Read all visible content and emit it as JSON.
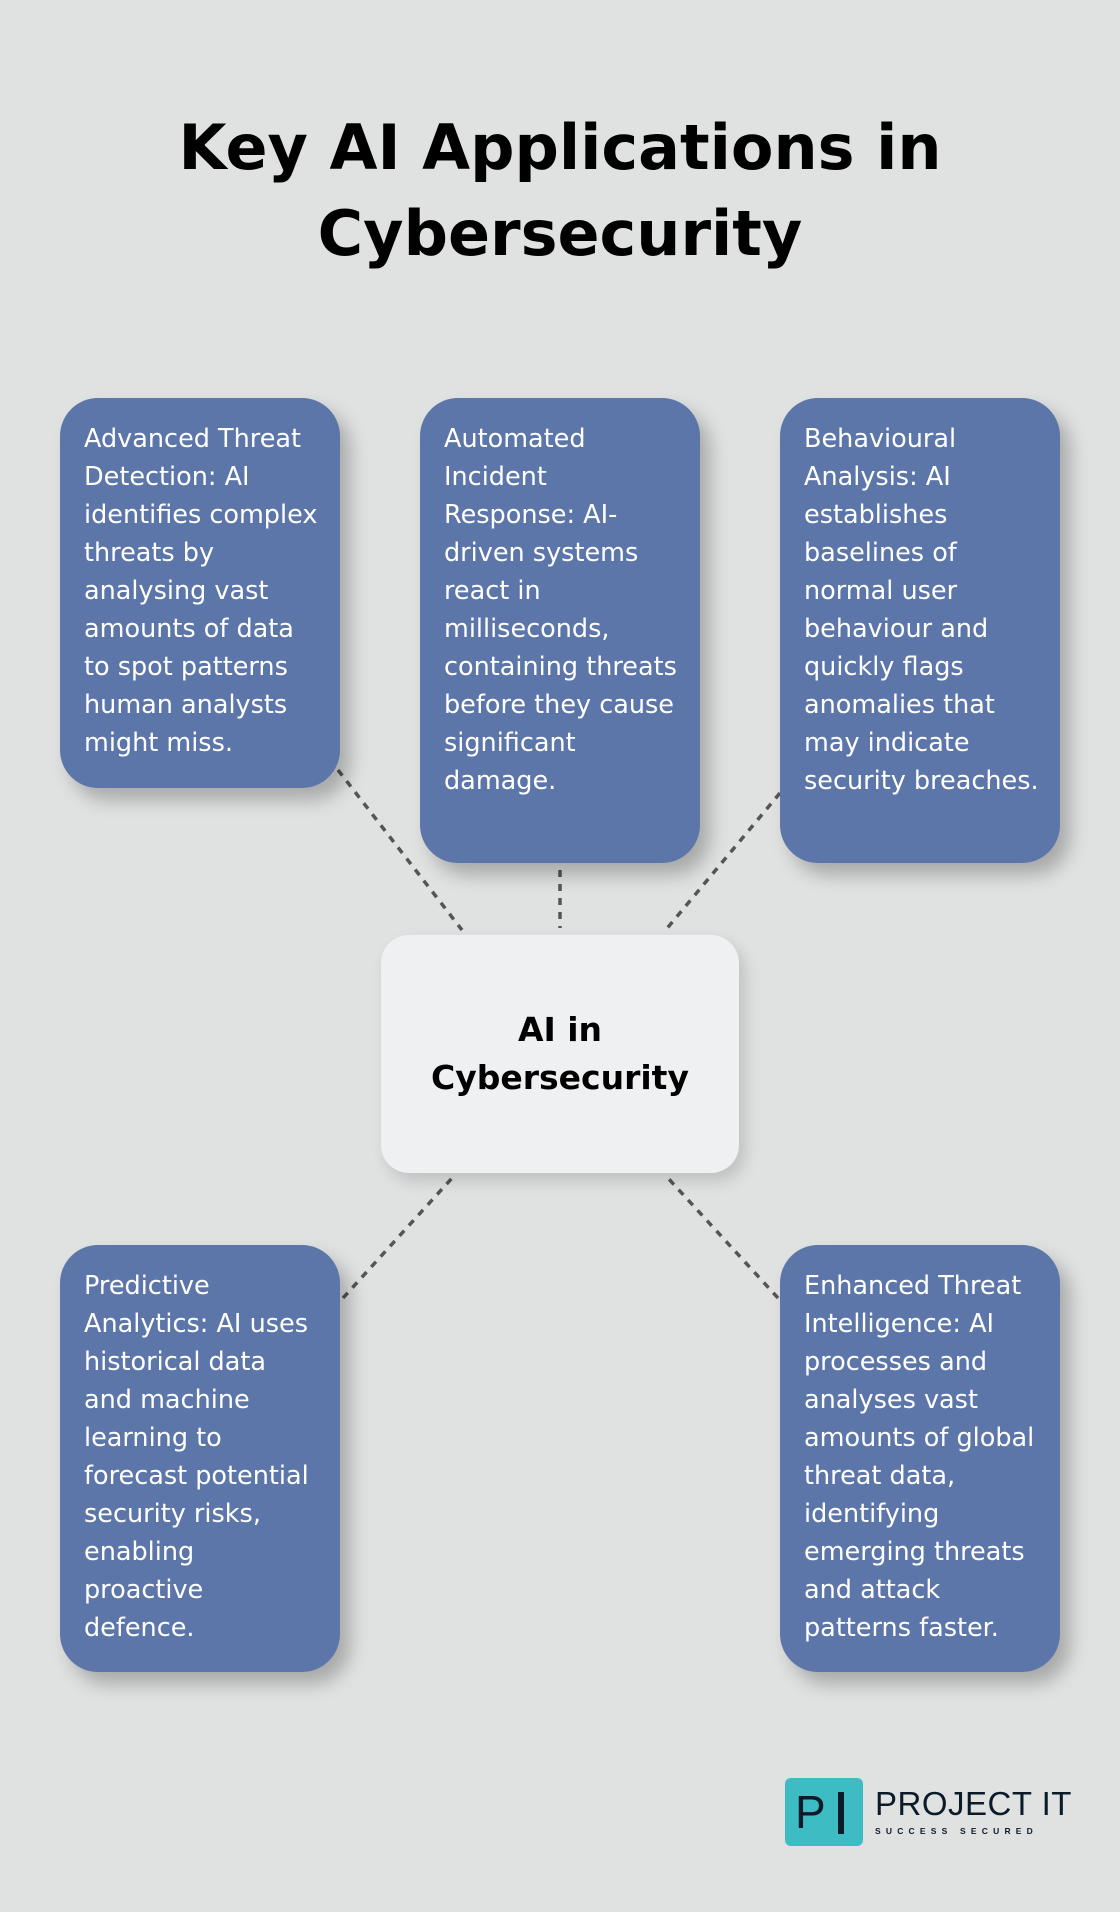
{
  "title": {
    "line1": "Key AI Applications in",
    "line2": "Cybersecurity"
  },
  "hub": {
    "label": "AI in Cybersecurity"
  },
  "cards": [
    "Advanced Threat Detection: AI identifies complex threats by analysing vast amounts of data to spot patterns human analysts might miss.",
    "Automated Incident Response: AI-driven systems react in milliseconds, containing threats before they cause significant damage.",
    "Behavioural Analysis: AI establishes baselines of normal user behaviour and quickly flags anomalies that may indicate security breaches.",
    "Predictive Analytics: AI uses historical data and machine learning to forecast potential security risks, enabling proactive defence.",
    "Enhanced Threat Intelligence: AI processes and analyses vast amounts of global threat data, identifying emerging threats and attack patterns faster."
  ],
  "logo": {
    "mark_letter": "P",
    "name": "PROJECT IT",
    "tagline": "SUCCESS SECURED"
  },
  "colors": {
    "background": "#e0e2e1",
    "card": "#5d76a9",
    "hub": "#eff0f2",
    "connector": "#555555",
    "logo_accent": "#3dbcc4"
  }
}
